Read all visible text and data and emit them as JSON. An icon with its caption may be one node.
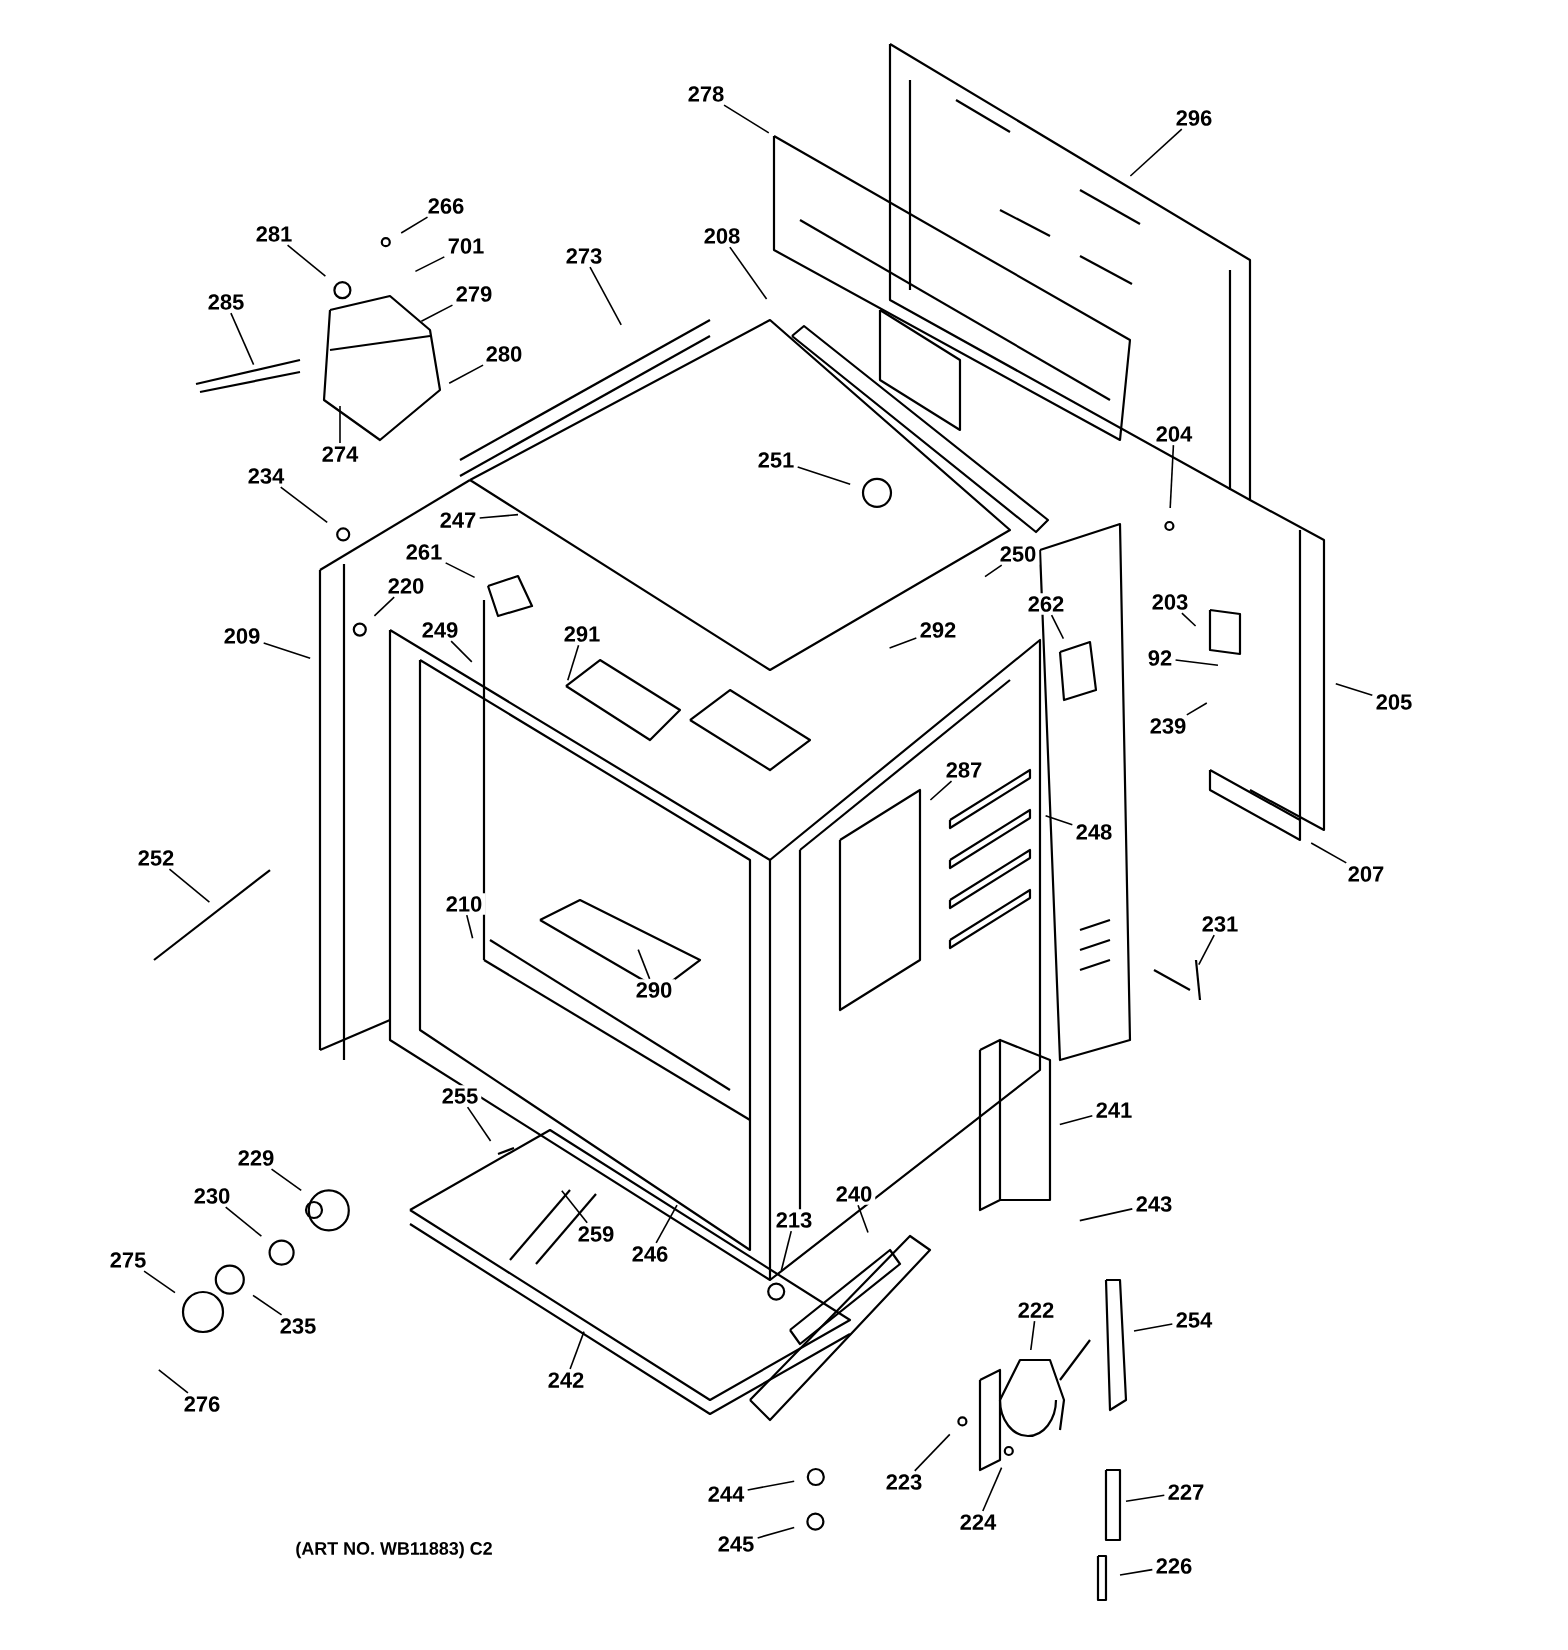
{
  "diagram": {
    "nodes": [
      {
        "text": [
          "278"
        ]
      },
      {
        "text": [
          "296"
        ]
      },
      {
        "text": [
          "266"
        ]
      },
      {
        "text": [
          "281"
        ]
      },
      {
        "text": [
          "208"
        ]
      },
      {
        "text": [
          "701"
        ]
      },
      {
        "text": [
          "273"
        ]
      },
      {
        "text": [
          "279"
        ]
      },
      {
        "text": [
          "285"
        ]
      },
      {
        "text": [
          "280"
        ]
      },
      {
        "text": [
          "204"
        ]
      },
      {
        "text": [
          "274"
        ]
      },
      {
        "text": [
          "251"
        ]
      },
      {
        "text": [
          "234"
        ]
      },
      {
        "text": [
          "247"
        ]
      },
      {
        "text": [
          "261"
        ]
      },
      {
        "text": [
          "250"
        ]
      },
      {
        "text": [
          "220"
        ]
      },
      {
        "text": [
          "203"
        ]
      },
      {
        "text": [
          "262"
        ]
      },
      {
        "text": [
          "249"
        ]
      },
      {
        "text": [
          "292"
        ]
      },
      {
        "text": [
          "209"
        ]
      },
      {
        "text": [
          "291"
        ]
      },
      {
        "text": [
          "92"
        ]
      },
      {
        "text": [
          "205"
        ]
      },
      {
        "text": [
          "239"
        ]
      },
      {
        "text": [
          "287"
        ]
      },
      {
        "text": [
          "248"
        ]
      },
      {
        "text": [
          "252"
        ]
      },
      {
        "text": [
          "207"
        ]
      },
      {
        "text": [
          "210"
        ]
      },
      {
        "text": [
          "231"
        ]
      },
      {
        "text": [
          "290"
        ]
      },
      {
        "text": [
          "255"
        ]
      },
      {
        "text": [
          "241"
        ]
      },
      {
        "text": [
          "229"
        ]
      },
      {
        "text": [
          "240"
        ]
      },
      {
        "text": [
          "230"
        ]
      },
      {
        "text": [
          "243"
        ]
      },
      {
        "text": [
          "213"
        ]
      },
      {
        "text": [
          "259"
        ]
      },
      {
        "text": [
          "246"
        ]
      },
      {
        "text": [
          "275"
        ]
      },
      {
        "text": [
          "222"
        ]
      },
      {
        "text": [
          "254"
        ]
      },
      {
        "text": [
          "235"
        ]
      },
      {
        "text": [
          "242"
        ]
      },
      {
        "text": [
          "276"
        ]
      },
      {
        "text": [
          "223"
        ]
      },
      {
        "text": [
          "244"
        ]
      },
      {
        "text": [
          "227"
        ]
      },
      {
        "text": [
          "224"
        ]
      },
      {
        "text": [
          "245"
        ]
      },
      {
        "text": [
          "226"
        ]
      }
    ],
    "edges": [
      {
        "from": 0,
        "to": null,
        "arrow": "none"
      },
      {
        "from": 1,
        "to": null,
        "arrow": "none"
      },
      {
        "from": 2,
        "to": null,
        "arrow": "none"
      },
      {
        "from": 3,
        "to": null,
        "arrow": "none"
      },
      {
        "from": 4,
        "to": null,
        "arrow": "none"
      },
      {
        "from": 5,
        "to": null,
        "arrow": "none"
      },
      {
        "from": 6,
        "to": null,
        "arrow": "none"
      },
      {
        "from": 7,
        "to": null,
        "arrow": "none"
      },
      {
        "from": 8,
        "to": null,
        "arrow": "none"
      },
      {
        "from": 9,
        "to": null,
        "arrow": "none"
      },
      {
        "from": 10,
        "to": null,
        "arrow": "none"
      },
      {
        "from": 11,
        "to": null,
        "arrow": "none"
      },
      {
        "from": 12,
        "to": null,
        "arrow": "none"
      },
      {
        "from": 13,
        "to": null,
        "arrow": "none"
      },
      {
        "from": 14,
        "to": null,
        "arrow": "none"
      },
      {
        "from": 15,
        "to": null,
        "arrow": "none"
      },
      {
        "from": 16,
        "to": null,
        "arrow": "none"
      },
      {
        "from": 17,
        "to": null,
        "arrow": "none"
      },
      {
        "from": 18,
        "to": null,
        "arrow": "none"
      },
      {
        "from": 19,
        "to": null,
        "arrow": "none"
      },
      {
        "from": 20,
        "to": null,
        "arrow": "none"
      },
      {
        "from": 21,
        "to": null,
        "arrow": "none"
      },
      {
        "from": 22,
        "to": null,
        "arrow": "none"
      },
      {
        "from": 23,
        "to": null,
        "arrow": "none"
      },
      {
        "from": 24,
        "to": null,
        "arrow": "none"
      },
      {
        "from": 25,
        "to": null,
        "arrow": "none"
      },
      {
        "from": 26,
        "to": null,
        "arrow": "none"
      },
      {
        "from": 27,
        "to": null,
        "arrow": "none"
      },
      {
        "from": 28,
        "to": null,
        "arrow": "none"
      },
      {
        "from": 29,
        "to": null,
        "arrow": "none"
      },
      {
        "from": 30,
        "to": null,
        "arrow": "none"
      },
      {
        "from": 31,
        "to": null,
        "arrow": "none"
      },
      {
        "from": 32,
        "to": null,
        "arrow": "none"
      },
      {
        "from": 33,
        "to": null,
        "arrow": "none"
      },
      {
        "from": 34,
        "to": null,
        "arrow": "none"
      },
      {
        "from": 35,
        "to": null,
        "arrow": "none"
      },
      {
        "from": 36,
        "to": null,
        "arrow": "none"
      },
      {
        "from": 37,
        "to": null,
        "arrow": "none"
      },
      {
        "from": 38,
        "to": null,
        "arrow": "none"
      },
      {
        "from": 39,
        "to": null,
        "arrow": "none"
      },
      {
        "from": 40,
        "to": null,
        "arrow": "none"
      },
      {
        "from": 41,
        "to": null,
        "arrow": "none"
      },
      {
        "from": 42,
        "to": null,
        "arrow": "none"
      },
      {
        "from": 43,
        "to": null,
        "arrow": "none"
      },
      {
        "from": 44,
        "to": null,
        "arrow": "none"
      },
      {
        "from": 45,
        "to": null,
        "arrow": "none"
      },
      {
        "from": 46,
        "to": null,
        "arrow": "none"
      },
      {
        "from": 47,
        "to": null,
        "arrow": "none"
      },
      {
        "from": 48,
        "to": null,
        "arrow": "none"
      },
      {
        "from": 49,
        "to": null,
        "arrow": "none"
      },
      {
        "from": 50,
        "to": null,
        "arrow": "none"
      },
      {
        "from": 51,
        "to": null,
        "arrow": "none"
      },
      {
        "from": 52,
        "to": null,
        "arrow": "none"
      },
      {
        "from": 53,
        "to": null,
        "arrow": "none"
      },
      {
        "from": 54,
        "to": null,
        "arrow": "none"
      }
    ],
    "labels": [
      "(ART NO. WB11883) C2"
    ]
  }
}
